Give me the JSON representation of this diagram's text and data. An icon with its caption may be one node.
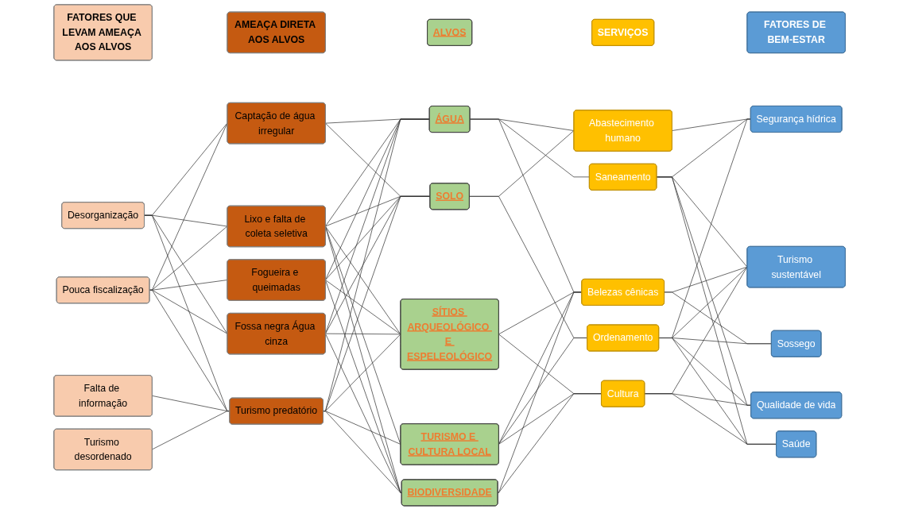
{
  "diagram": {
    "nodes": [
      {
        "text": [
          "FATORES QUE LEVAM AMEAÇA AOS ALVOS"
        ]
      },
      {
        "text": [
          "Turismo desordenado"
        ]
      },
      {
        "text": [
          "Falta de informação"
        ]
      },
      {
        "text": [
          "Pouca fiscalização"
        ]
      },
      {
        "text": [
          "Desorganização"
        ]
      },
      {
        "text": [
          "AMEAÇA DIRETA AOS ALVOS"
        ]
      },
      {
        "text": [
          "Turismo predatório"
        ]
      },
      {
        "text": [
          "Fossa negra Água cinza"
        ]
      },
      {
        "text": [
          "Fogueira e queimadas"
        ]
      },
      {
        "text": [
          "Captação de água irregular"
        ]
      },
      {
        "text": [
          "Lixo e falta de coleta seletiva"
        ]
      },
      {
        "text": [
          "ALVOS"
        ]
      },
      {
        "text": [
          "ÁGUA"
        ]
      },
      {
        "text": [
          "SOLO"
        ]
      },
      {
        "text": [
          "BIODIVERSIDADE"
        ]
      },
      {
        "text": [
          "TURISMO E CULTURA LOCAL"
        ]
      },
      {
        "text": [
          "SÍTIOS ARQUEOLÓGICO E ESPELEOLÓGICO"
        ]
      },
      {
        "text": [
          "SERVIÇOS"
        ]
      },
      {
        "text": [
          "Abastecimento humano"
        ]
      },
      {
        "text": [
          "Belezas cênicas"
        ]
      },
      {
        "text": [
          "Ordenamento"
        ]
      },
      {
        "text": [
          "Saneamento"
        ]
      },
      {
        "text": [
          "Cultura"
        ]
      },
      {
        "text": [
          "FATORES DE BEM-ESTAR"
        ]
      },
      {
        "text": [
          "Segurança hídrica"
        ]
      },
      {
        "text": [
          "Turismo sustentável"
        ]
      },
      {
        "text": [
          "Sossego"
        ]
      },
      {
        "text": [
          "Qualidade de vida"
        ]
      },
      {
        "text": [
          "Saúde"
        ]
      }
    ],
    "edges": [
      {
        "from": 1,
        "to": 6,
        "arrow": "none"
      },
      {
        "from": 2,
        "to": 6,
        "arrow": "none"
      },
      {
        "from": 3,
        "to": 6,
        "arrow": "none"
      },
      {
        "from": 3,
        "to": 7,
        "arrow": "none"
      },
      {
        "from": 3,
        "to": 8,
        "arrow": "none"
      },
      {
        "from": 3,
        "to": 9,
        "arrow": "none"
      },
      {
        "from": 3,
        "to": 10,
        "arrow": "none"
      },
      {
        "from": 4,
        "to": 6,
        "arrow": "none"
      },
      {
        "from": 4,
        "to": 7,
        "arrow": "none"
      },
      {
        "from": 4,
        "to": 9,
        "arrow": "none"
      },
      {
        "from": 4,
        "to": 10,
        "arrow": "none"
      },
      {
        "from": 6,
        "to": 12,
        "arrow": "none"
      },
      {
        "from": 6,
        "to": 13,
        "arrow": "none"
      },
      {
        "from": 6,
        "to": 14,
        "arrow": "none"
      },
      {
        "from": 6,
        "to": 15,
        "arrow": "none"
      },
      {
        "from": 6,
        "to": 16,
        "arrow": "none"
      },
      {
        "from": 7,
        "to": 12,
        "arrow": "none"
      },
      {
        "from": 7,
        "to": 13,
        "arrow": "none"
      },
      {
        "from": 7,
        "to": 14,
        "arrow": "none"
      },
      {
        "from": 7,
        "to": 16,
        "arrow": "none"
      },
      {
        "from": 8,
        "to": 12,
        "arrow": "none"
      },
      {
        "from": 8,
        "to": 13,
        "arrow": "none"
      },
      {
        "from": 8,
        "to": 14,
        "arrow": "none"
      },
      {
        "from": 8,
        "to": 16,
        "arrow": "none"
      },
      {
        "from": 9,
        "to": 12,
        "arrow": "none"
      },
      {
        "from": 9,
        "to": 13,
        "arrow": "none"
      },
      {
        "from": 10,
        "to": 12,
        "arrow": "none"
      },
      {
        "from": 10,
        "to": 13,
        "arrow": "none"
      },
      {
        "from": 10,
        "to": 14,
        "arrow": "none"
      },
      {
        "from": 10,
        "to": 15,
        "arrow": "none"
      },
      {
        "from": 10,
        "to": 16,
        "arrow": "none"
      },
      {
        "from": 12,
        "to": 18,
        "arrow": "none"
      },
      {
        "from": 12,
        "to": 19,
        "arrow": "none"
      },
      {
        "from": 12,
        "to": 21,
        "arrow": "none"
      },
      {
        "from": 13,
        "to": 18,
        "arrow": "none"
      },
      {
        "from": 13,
        "to": 20,
        "arrow": "none"
      },
      {
        "from": 14,
        "to": 19,
        "arrow": "none"
      },
      {
        "from": 14,
        "to": 22,
        "arrow": "none"
      },
      {
        "from": 15,
        "to": 19,
        "arrow": "none"
      },
      {
        "from": 15,
        "to": 20,
        "arrow": "none"
      },
      {
        "from": 15,
        "to": 22,
        "arrow": "none"
      },
      {
        "from": 16,
        "to": 19,
        "arrow": "none"
      },
      {
        "from": 16,
        "to": 22,
        "arrow": "none"
      },
      {
        "from": 18,
        "to": 24,
        "arrow": "none"
      },
      {
        "from": 19,
        "to": 25,
        "arrow": "none"
      },
      {
        "from": 19,
        "to": 26,
        "arrow": "none"
      },
      {
        "from": 20,
        "to": 24,
        "arrow": "none"
      },
      {
        "from": 20,
        "to": 25,
        "arrow": "none"
      },
      {
        "from": 20,
        "to": 26,
        "arrow": "none"
      },
      {
        "from": 20,
        "to": 27,
        "arrow": "none"
      },
      {
        "from": 20,
        "to": 28,
        "arrow": "none"
      },
      {
        "from": 21,
        "to": 24,
        "arrow": "none"
      },
      {
        "from": 21,
        "to": 25,
        "arrow": "none"
      },
      {
        "from": 21,
        "to": 27,
        "arrow": "none"
      },
      {
        "from": 21,
        "to": 28,
        "arrow": "none"
      },
      {
        "from": 22,
        "to": 25,
        "arrow": "none"
      },
      {
        "from": 22,
        "to": 27,
        "arrow": "none"
      },
      {
        "from": 22,
        "to": 28,
        "arrow": "none"
      }
    ]
  }
}
